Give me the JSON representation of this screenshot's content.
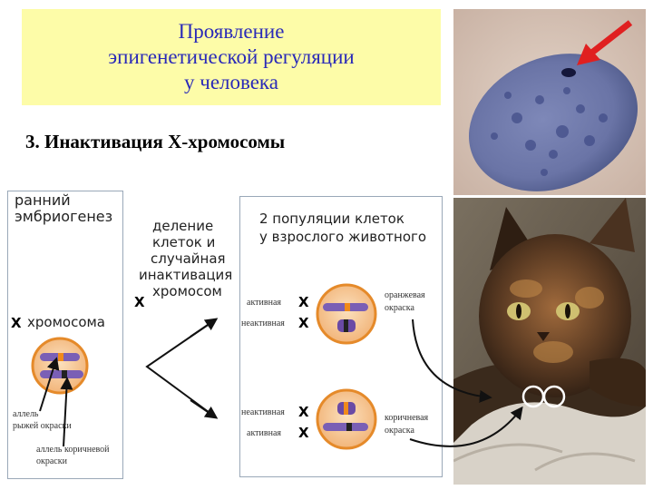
{
  "title": {
    "line1": "Проявление",
    "line2": "эпигенетической регуляции",
    "line3": "у человека"
  },
  "subtitle": "3. Инактивация Х-хромосомы",
  "left_panel": {
    "stage_line1": "ранний",
    "stage_line2": "эмбриогенез",
    "x_mark": "Х",
    "chromosome_label": "хромосома",
    "allele_red_line1": "аллель",
    "allele_red_line2": "рыжей окраски",
    "allele_brown_line1": "аллель коричневой",
    "allele_brown_line2": "окраски"
  },
  "middle": {
    "line1": "деление",
    "line2": "клеток и",
    "line3": "случайная",
    "line4": "инактивация",
    "x_mark": "Х",
    "line5": "хромосом"
  },
  "right_panel": {
    "heading_line1": "2 популяции клеток",
    "heading_line2": "у взрослого животного",
    "cell1_top_label": "активная",
    "cell1_bottom_label": "неактивная",
    "cell2_top_label": "неактивная",
    "cell2_bottom_label": "активная",
    "x_mark": "Х",
    "orange_line1": "оранжевая",
    "orange_line2": "окраска",
    "brown_line1": "коричневая",
    "brown_line2": "окраска"
  },
  "colors": {
    "title_bg": "#fdfca8",
    "title_text": "#2a2ab8",
    "cell_fill": "#f4c79a",
    "cell_ring": "#e58a2a",
    "chromosome": "#7a5fb5",
    "orange_band": "#f08a1a",
    "dark_band": "#222222",
    "arrow_red": "#e02020"
  },
  "icons": {
    "cell_photo": "cell-nucleus-image",
    "cat_photo": "tortoiseshell-cat-image",
    "pointer": "red-arrow-icon"
  }
}
